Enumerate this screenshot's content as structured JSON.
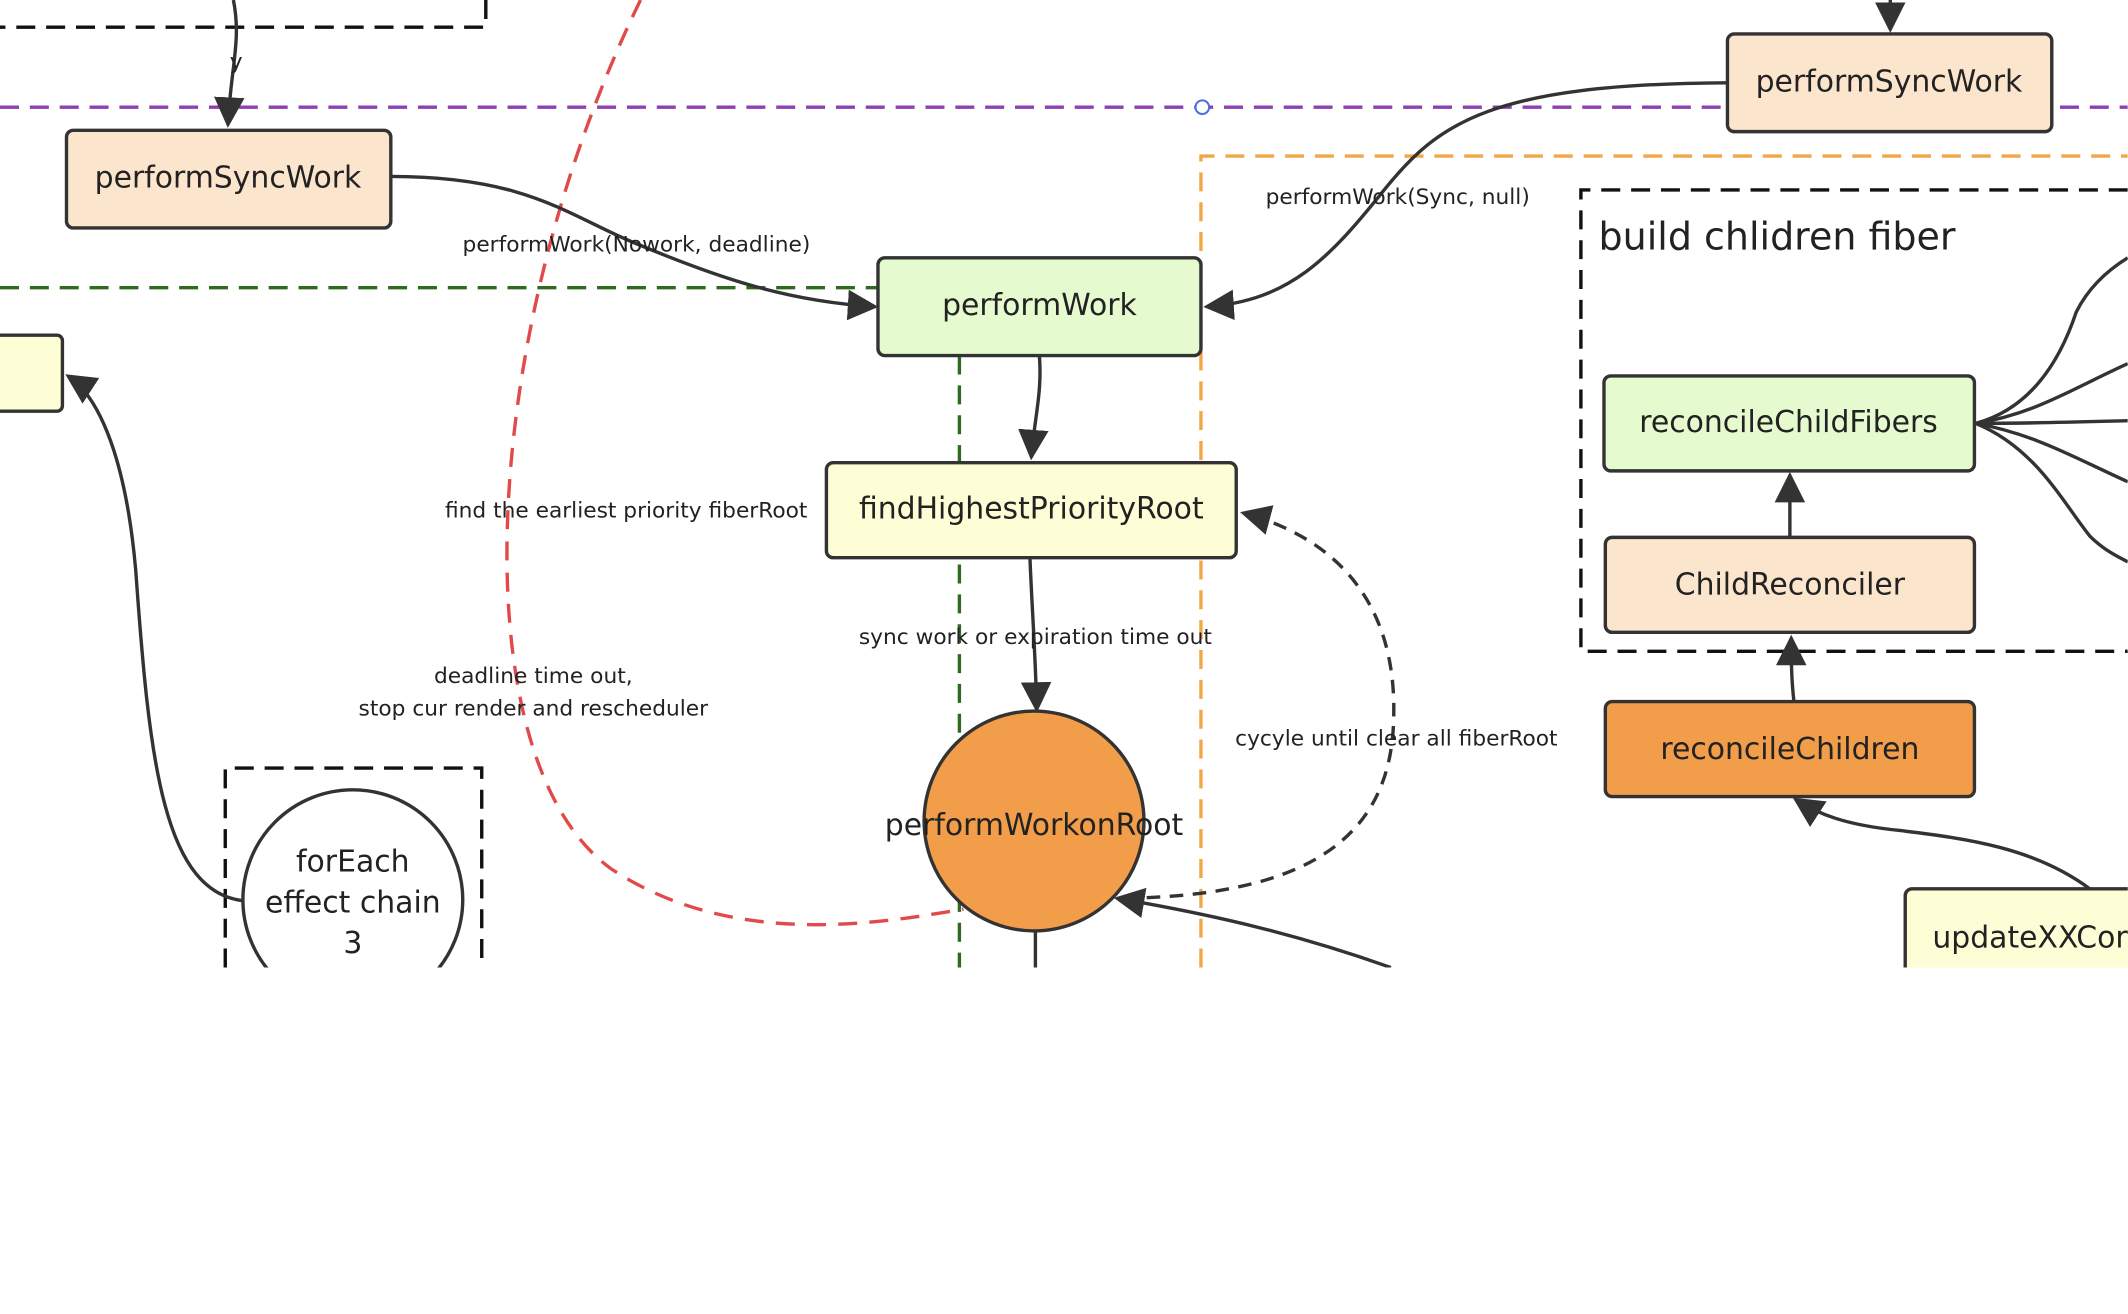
{
  "colors": {
    "peach": "#fce5cd",
    "green": "#e6fad0",
    "yellow": "#fefed6",
    "orange": "#f29d49",
    "purple": "#8e3fb0",
    "dark_green": "#2f6b1f",
    "amber": "#f0a748",
    "red": "#e14a4a",
    "stroke": "#333333"
  },
  "labels": {
    "top_y": "y",
    "perform_sync_work_left": "performSyncWork",
    "perform_sync_work_right": "performSyncWork",
    "perform_work": "performWork",
    "find_highest": "findHighestPriorityRoot",
    "perform_work_on_root": "performWorkonRoot",
    "for_each_line1": "forEach",
    "for_each_line2": "effect chain",
    "for_each_line3": "3",
    "build_children": "build chlidren fiber",
    "reconcile_child_fibers": "reconcileChildFibers",
    "child_reconciler": "ChildReconciler",
    "reconcile_children": "reconcileChildren",
    "update_xx": "updateXXCom"
  },
  "edge_labels": {
    "nowork_deadline": "performWork(Nowork, deadline)",
    "sync_null": "performWork(Sync, null)",
    "find_earliest": "find the earliest priority fiberRoot",
    "sync_or_timeout": "sync work or expiration time out",
    "deadline_line1": "deadline time out,",
    "deadline_line2": "stop cur render and rescheduler",
    "cycle_until": "cycyle until clear all fiberRoot"
  }
}
